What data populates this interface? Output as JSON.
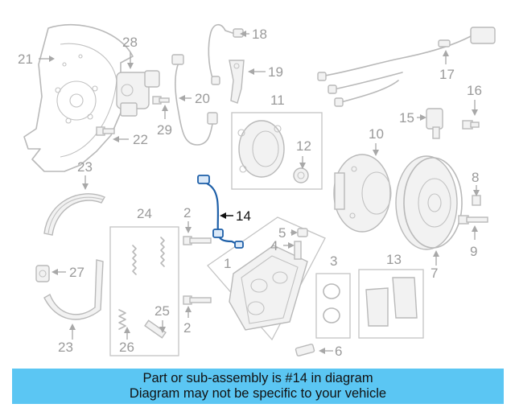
{
  "callouts": {
    "c1": "1",
    "c2a": "2",
    "c2b": "2",
    "c3": "3",
    "c4": "4",
    "c5": "5",
    "c6": "6",
    "c7": "7",
    "c8": "8",
    "c9": "9",
    "c10": "10",
    "c11": "11",
    "c12": "12",
    "c13": "13",
    "c14": "14",
    "c15": "15",
    "c16": "16",
    "c17": "17",
    "c18": "18",
    "c19": "19",
    "c20": "20",
    "c21": "21",
    "c22": "22",
    "c23a": "23",
    "c23b": "23",
    "c24": "24",
    "c25": "25",
    "c26": "26",
    "c27": "27",
    "c28": "28",
    "c29": "29"
  },
  "highlighted_part": "14",
  "colors": {
    "highlight_line": "#1d5fa8",
    "banner": "#5bc6f3",
    "callout": "#9a9a9a"
  },
  "notice": {
    "line1": "Part or sub-assembly is #14 in diagram",
    "line2": "Diagram may not be specific to your vehicle"
  }
}
